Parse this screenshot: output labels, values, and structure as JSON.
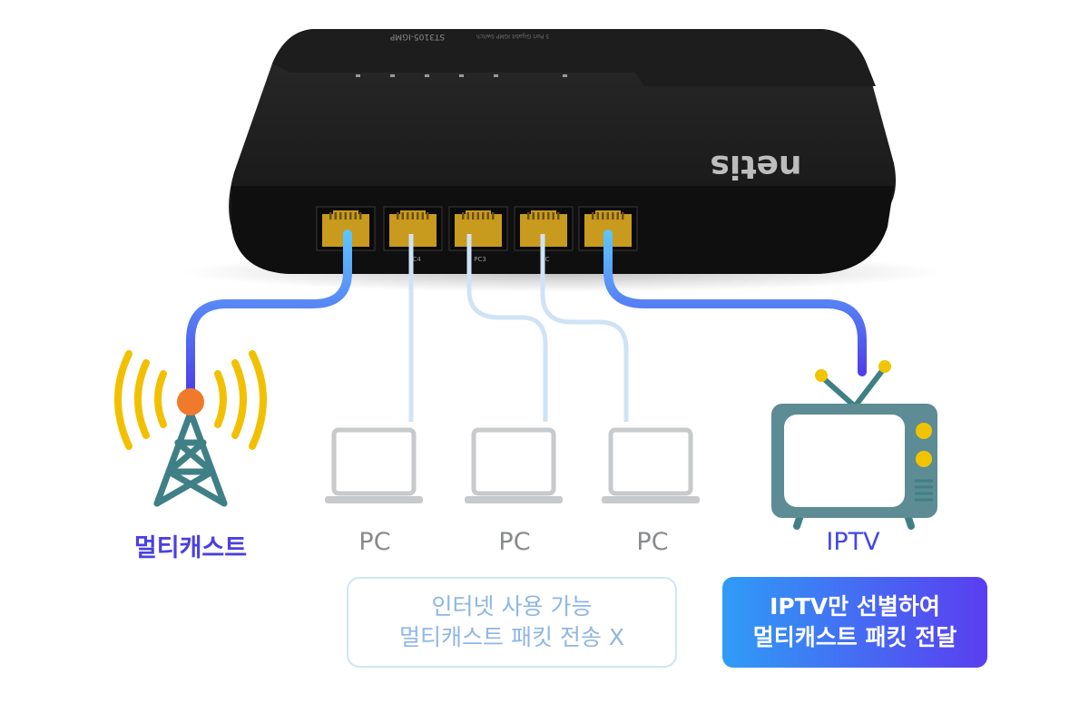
{
  "device": {
    "brand": "netis",
    "model": "ST3105-IGMP",
    "subtitle": "5 Port Gigabit IGMP Switch",
    "port_labels": [
      "",
      "PC4",
      "PC3",
      "PC",
      ""
    ]
  },
  "labels": {
    "multicast": "멀티캐스트",
    "pc": [
      "PC",
      "PC",
      "PC"
    ],
    "iptv": "IPTV"
  },
  "notes": {
    "left": {
      "line1": "인터넷 사용 가능",
      "line2": "멀티캐스트 패킷 전송 X"
    },
    "right": {
      "line1": "IPTV만 선별하여",
      "line2": "멀티캐스트 패킷 전달"
    }
  },
  "colors": {
    "switch_body": "#141414",
    "port": "#c89a1e",
    "multicast_cable": "#4f3fe8",
    "pc_cable": "#cfe3f5",
    "tower": "#3f7f86",
    "tower_top": "#f07a2c",
    "signal": "#f2c000",
    "tv_frame": "#5d8c95",
    "tv_knob": "#f2c400"
  }
}
